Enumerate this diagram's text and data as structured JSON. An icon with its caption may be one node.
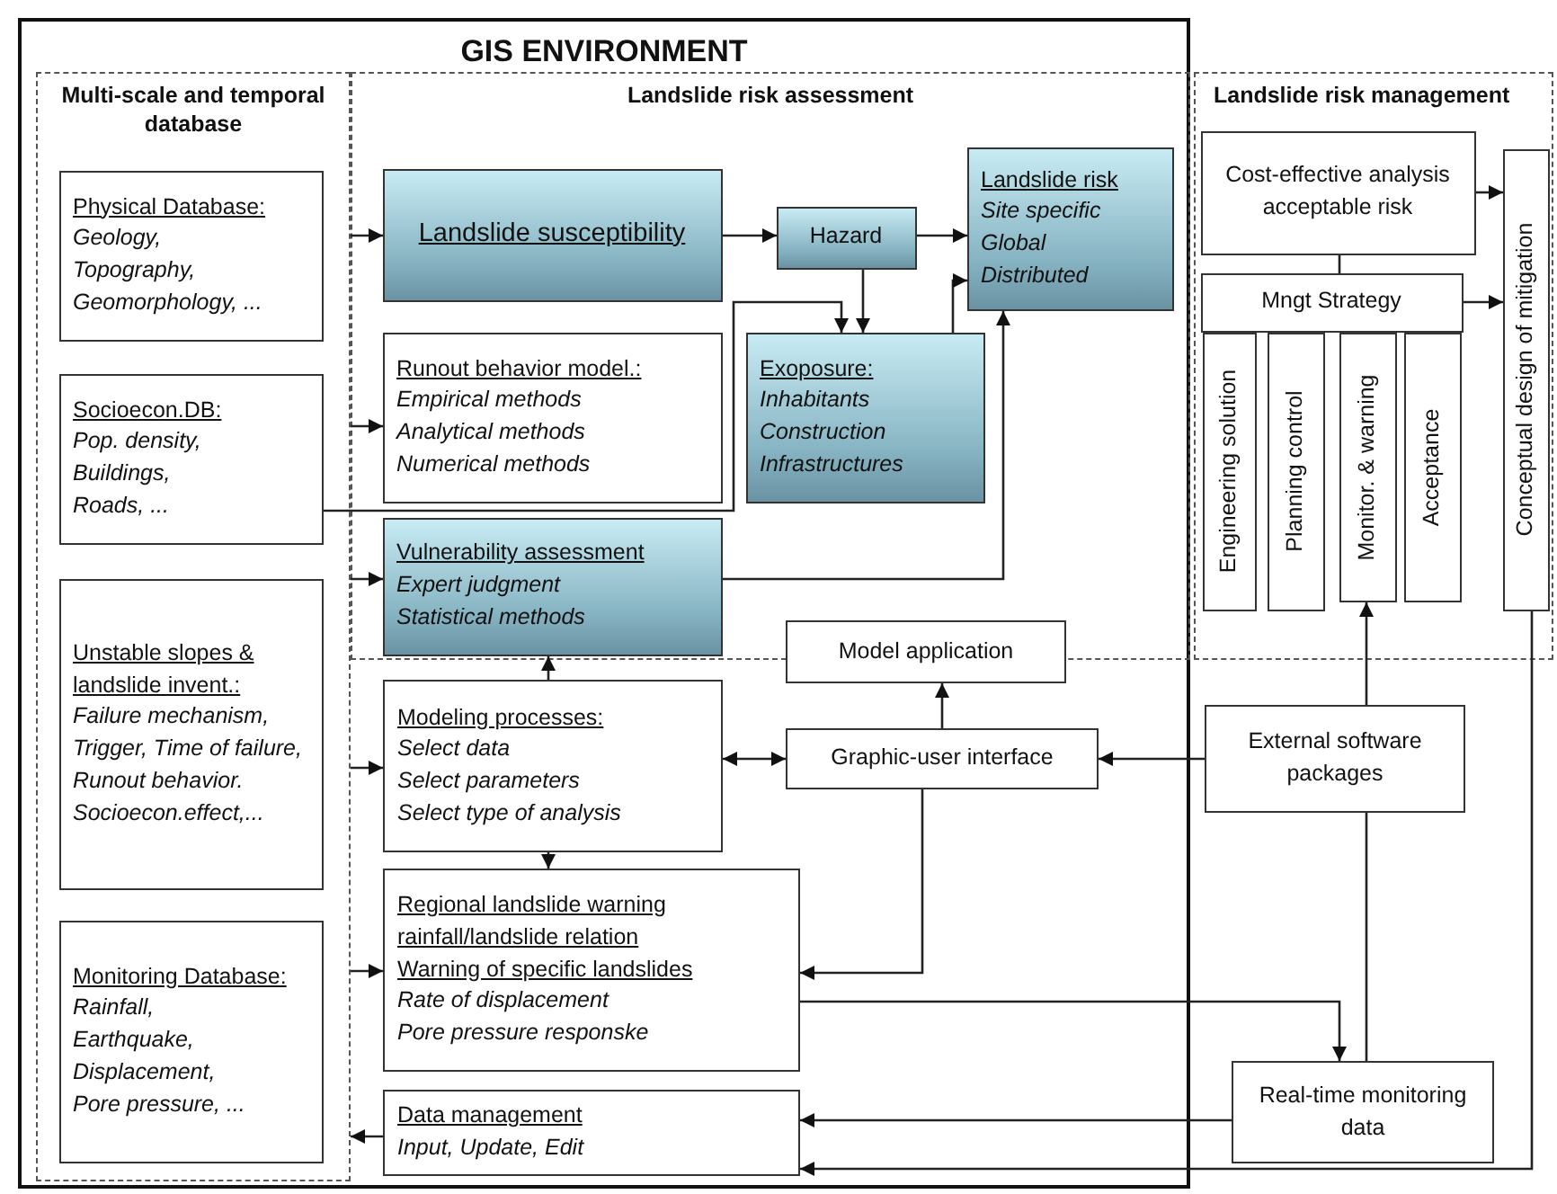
{
  "diagram": {
    "nodes": [
      {
        "text": [
          "GIS ENVIRONMENT"
        ]
      },
      {
        "text": [
          "Multi-scale and temporal database"
        ],
        "in": 0
      },
      {
        "text": [
          "Physical Database:",
          "Geology,",
          "Topography,",
          "Geomorphology, ..."
        ],
        "in": 1
      },
      {
        "text": [
          "Socioecon.DB:",
          "Pop. density,",
          "Buildings,",
          "Roads, ..."
        ],
        "in": 1
      },
      {
        "text": [
          "Unstable slopes & landslide invent.:",
          "Failure mechanism, Trigger, Time of failure,",
          "Runout behavior.",
          "Socioecon.effect,..."
        ],
        "in": 1
      },
      {
        "text": [
          "Monitoring Database:",
          "Rainfall,",
          "Earthquake,",
          "Displacement,",
          "Pore pressure, ..."
        ],
        "in": 1
      },
      {
        "text": [
          "Landslide risk assessment"
        ],
        "in": 0
      },
      {
        "text": [
          "Landslide susceptibility"
        ],
        "in": 6
      },
      {
        "text": [
          "Hazard"
        ],
        "in": 6
      },
      {
        "text": [
          "Landslide risk",
          "Site specific",
          "Global",
          "Distributed"
        ],
        "in": 6
      },
      {
        "text": [
          "Runout behavior model.:",
          "Empirical methods",
          "Analytical methods",
          "Numerical methods"
        ],
        "in": 6
      },
      {
        "text": [
          "Exoposure:",
          "Inhabitants",
          "Construction",
          "Infrastructures"
        ],
        "in": 6
      },
      {
        "text": [
          "Vulnerability assessment",
          "Expert judgment",
          "Statistical methods"
        ],
        "in": 6
      },
      {
        "text": [
          "Model application"
        ],
        "in": 0
      },
      {
        "text": [
          "Modeling processes:",
          "Select data",
          "Select parameters",
          "Select type of analysis"
        ],
        "in": 0
      },
      {
        "text": [
          "Graphic-user interface"
        ],
        "in": 0
      },
      {
        "text": [
          "Regional landslide warning rainfall/landslide relation",
          "Warning of specific landslides",
          "Rate of displacement",
          "Pore pressure responske"
        ],
        "in": 0
      },
      {
        "text": [
          "Data management",
          "Input, Update, Edit"
        ],
        "in": 0
      },
      {
        "text": [
          "Landslide risk management"
        ]
      },
      {
        "text": [
          "Cost-effective analysis acceptable risk"
        ],
        "in": 18
      },
      {
        "text": [
          "Mngt Strategy"
        ],
        "in": 18
      },
      {
        "text": [
          "Engineering solution"
        ],
        "in": 18
      },
      {
        "text": [
          "Planning control"
        ],
        "in": 18
      },
      {
        "text": [
          "Monitor. & warning"
        ],
        "in": 18
      },
      {
        "text": [
          "Acceptance"
        ],
        "in": 18
      },
      {
        "text": [
          "Conceptual design of mitigation"
        ],
        "in": 18
      },
      {
        "text": [
          "External software packages"
        ]
      },
      {
        "text": [
          "Real-time monitoring data"
        ]
      }
    ],
    "edges": [
      {
        "from": 1,
        "to": 7,
        "arrow": "to"
      },
      {
        "from": 1,
        "to": 10,
        "arrow": "to"
      },
      {
        "from": 1,
        "to": 12,
        "arrow": "to"
      },
      {
        "from": 1,
        "to": 14,
        "arrow": "to"
      },
      {
        "from": 1,
        "to": 16,
        "arrow": "to"
      },
      {
        "from": 17,
        "to": 1,
        "arrow": "to"
      },
      {
        "from": 3,
        "to": 11,
        "arrow": "to"
      },
      {
        "from": 7,
        "to": 8,
        "arrow": "to"
      },
      {
        "from": 8,
        "to": 9,
        "arrow": "to"
      },
      {
        "from": 8,
        "to": 11,
        "arrow": "to"
      },
      {
        "from": 11,
        "to": 9,
        "arrow": "to"
      },
      {
        "from": 12,
        "to": 9,
        "arrow": "to"
      },
      {
        "from": 14,
        "to": 12,
        "arrow": "to"
      },
      {
        "from": 14,
        "to": 16,
        "arrow": "to"
      },
      {
        "from": 14,
        "to": 15,
        "arrow": "both"
      },
      {
        "from": 15,
        "to": 13,
        "arrow": "to"
      },
      {
        "from": 26,
        "to": 15,
        "arrow": "to"
      },
      {
        "from": 15,
        "to": 16,
        "arrow": "to"
      },
      {
        "from": 16,
        "to": 27,
        "arrow": "to"
      },
      {
        "from": 27,
        "to": 26,
        "arrow": "none"
      },
      {
        "from": 26,
        "to": 23,
        "arrow": "to"
      },
      {
        "from": 27,
        "to": 17,
        "arrow": "to"
      },
      {
        "from": 25,
        "to": 17,
        "arrow": "to"
      },
      {
        "from": 19,
        "to": 25,
        "arrow": "to"
      },
      {
        "from": 20,
        "to": 25,
        "arrow": "to"
      },
      {
        "from": 19,
        "to": 20,
        "arrow": "none"
      }
    ]
  }
}
